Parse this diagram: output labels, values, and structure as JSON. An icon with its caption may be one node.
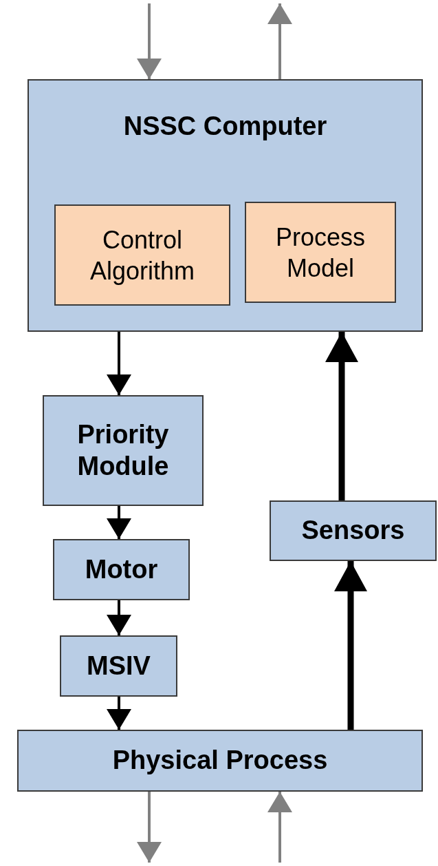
{
  "diagram": {
    "nodes": [
      {
        "text": [
          "NSSC Computer"
        ]
      },
      {
        "text": [
          "Control Algorithm"
        ],
        "in": 0
      },
      {
        "text": [
          "Process Model"
        ],
        "in": 0
      },
      {
        "text": [
          "Priority Module"
        ]
      },
      {
        "text": [
          "Motor"
        ]
      },
      {
        "text": [
          "MSIV"
        ]
      },
      {
        "text": [
          "Physical Process"
        ]
      },
      {
        "text": [
          "Sensors"
        ]
      }
    ],
    "edges": [
      {
        "from": null,
        "to": 0,
        "arrow": "to",
        "color": "#808080"
      },
      {
        "from": 0,
        "to": null,
        "arrow": "to",
        "color": "#808080"
      },
      {
        "from": 0,
        "to": 3,
        "arrow": "to"
      },
      {
        "from": 3,
        "to": 4,
        "arrow": "to"
      },
      {
        "from": 4,
        "to": 5,
        "arrow": "to"
      },
      {
        "from": 5,
        "to": 6,
        "arrow": "to"
      },
      {
        "from": 6,
        "to": 7,
        "arrow": "to",
        "style": "thick"
      },
      {
        "from": 7,
        "to": 0,
        "arrow": "to",
        "style": "thick"
      },
      {
        "from": 6,
        "to": null,
        "arrow": "to",
        "color": "#808080"
      },
      {
        "from": null,
        "to": 6,
        "arrow": "to",
        "color": "#808080"
      }
    ]
  }
}
